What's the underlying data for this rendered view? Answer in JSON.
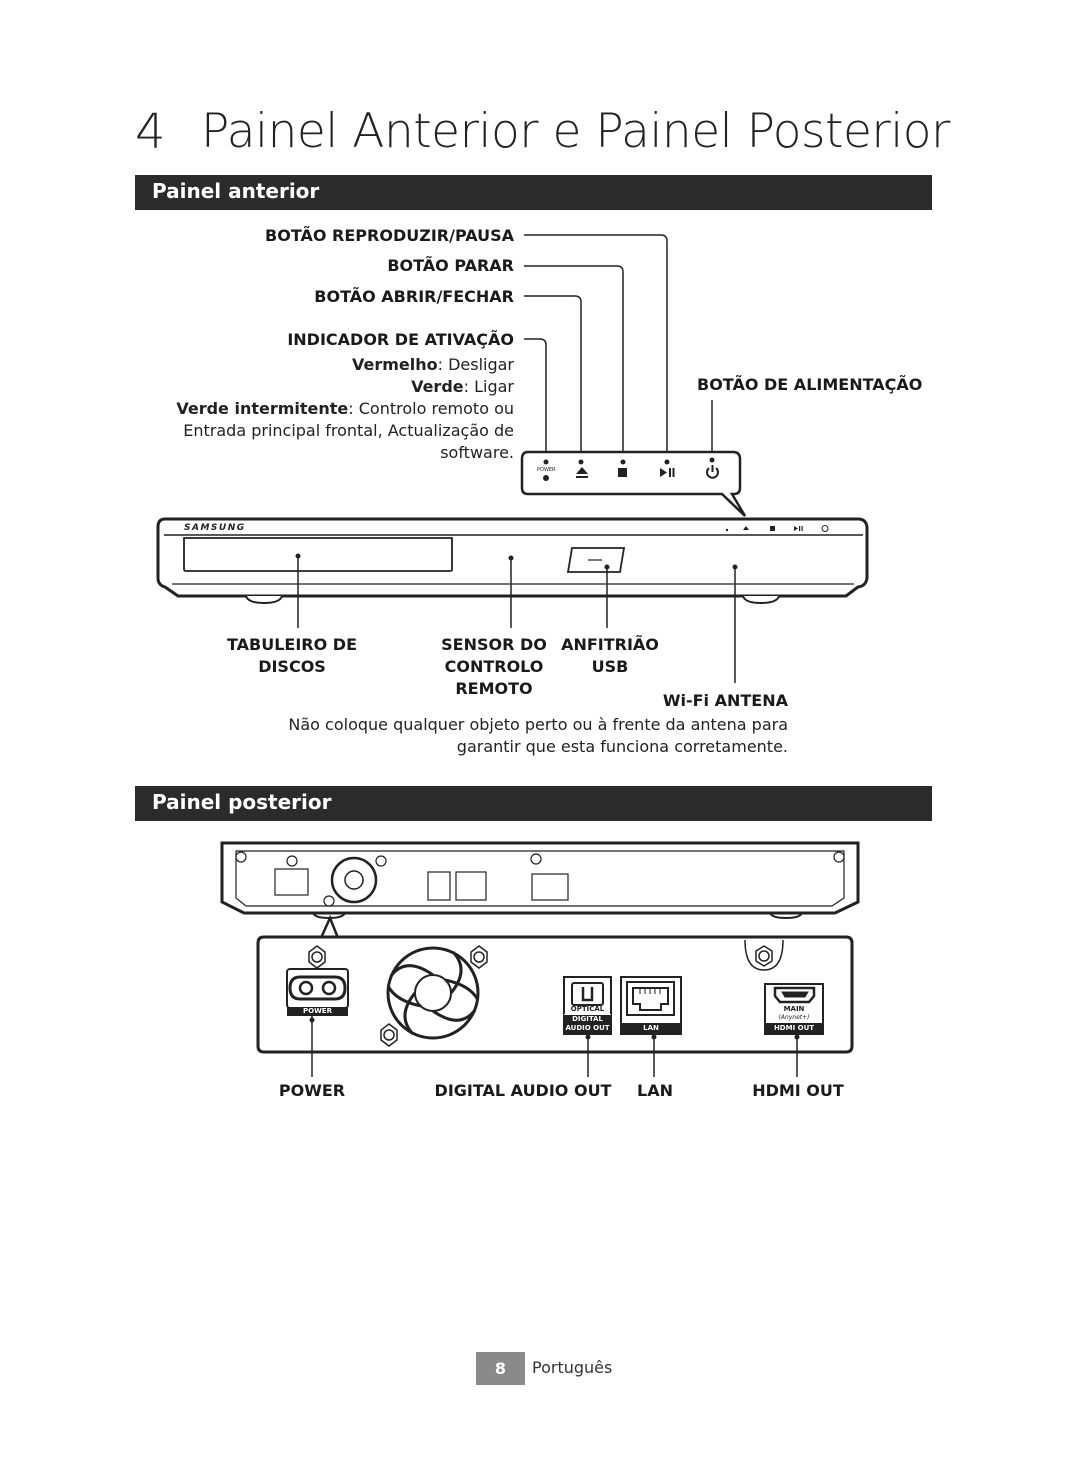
{
  "chapter": {
    "number": "4",
    "title": "Painel Anterior e Painel Posterior"
  },
  "front": {
    "heading": "Painel anterior",
    "play_pause": "BOTÃO REPRODUZIR/PAUSA",
    "stop": "BOTÃO PARAR",
    "eject": "BOTÃO ABRIR/FECHAR",
    "indicator": "INDICADOR DE ATIVAÇÃO",
    "red_label": "Vermelho",
    "red_value": ": Desligar",
    "green_label": "Verde",
    "green_value": ": Ligar",
    "blink_label": "Verde intermitente",
    "blink_value": ": Controlo remoto ou",
    "blink_line2": "Entrada principal frontal, Actualização de",
    "blink_line3": "software.",
    "power_button": "BOTÃO DE ALIMENTAÇÃO",
    "panel_power_text": "POWER",
    "brand": "SAMSUNG",
    "disc_tray_1": "TABULEIRO DE",
    "disc_tray_2": "DISCOS",
    "sensor_1": "SENSOR DO",
    "sensor_2": "CONTROLO",
    "sensor_3": "REMOTO",
    "usb_1": "ANFITRIÃO",
    "usb_2": "USB",
    "wifi": "Wi-Fi ANTENA",
    "wifi_note_1": "Não coloque qualquer objeto perto ou à frente da antena para",
    "wifi_note_2": "garantir que esta funciona corretamente."
  },
  "rear": {
    "heading": "Painel posterior",
    "port_power": "POWER",
    "port_optical": "OPTICAL",
    "port_digital": "DIGITAL",
    "port_audio_out": "AUDIO OUT",
    "port_lan": "LAN",
    "port_hdmi_main": "MAIN",
    "port_hdmi_anynet": "(Anynet+)",
    "port_hdmi_out": "HDMI OUT",
    "label_power": "POWER",
    "label_digital_audio": "DIGITAL AUDIO OUT",
    "label_lan": "LAN",
    "label_hdmi": "HDMI OUT"
  },
  "footer": {
    "page": "8",
    "language": "Português"
  }
}
